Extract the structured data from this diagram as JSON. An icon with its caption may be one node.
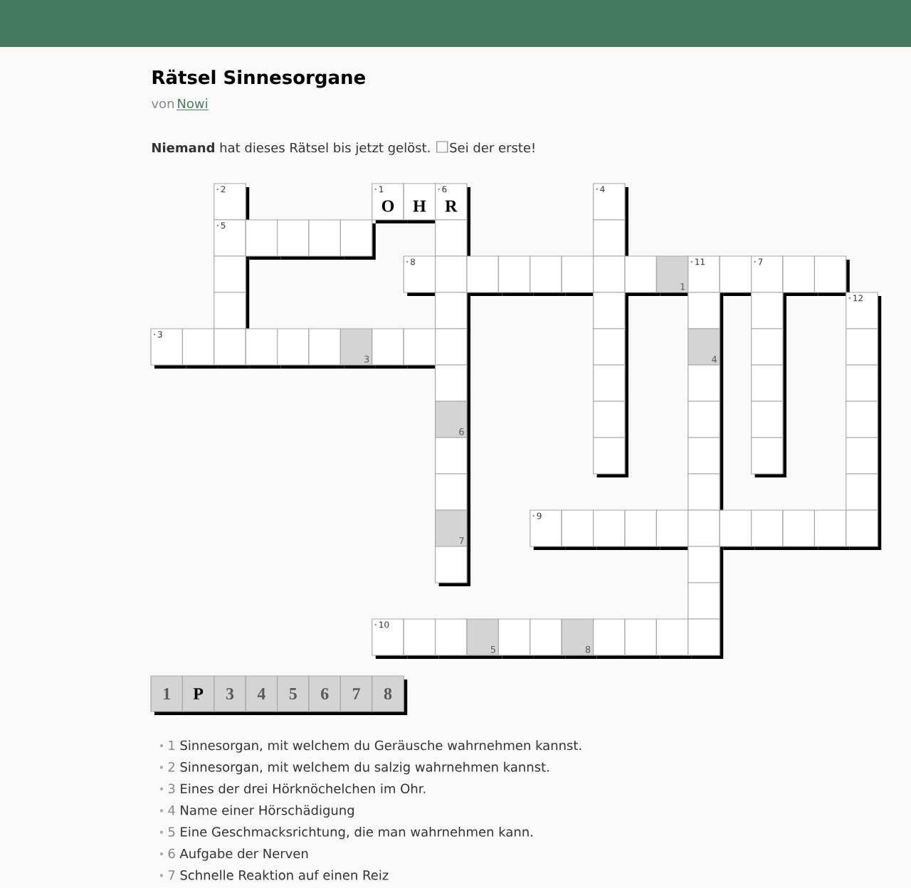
{
  "diagram": {
    "title": "Rätsel Sinnesorgane",
    "labels": [
      "von",
      "Nowi",
      "**Niemand** hat dieses Rätsel bis jetzt gelöst.",
      "Sei der erste!",
      "2",
      "1",
      "6",
      "4",
      "5",
      "8",
      "11",
      "7",
      "12",
      "3",
      "9",
      "10",
      "O",
      "H",
      "R",
      "1",
      "3",
      "4",
      "6",
      "7",
      "5",
      "8",
      "1",
      "P",
      "3",
      "4",
      "5",
      "6",
      "7",
      "8",
      "1",
      "Sinnesorgan, mit welchem du Geräusche wahrnehmen kannst.",
      "2",
      "Sinnesorgan, mit welchem du salzig wahrnehmen kannst.",
      "3",
      "Eines der drei Hörknöchelchen im Ohr.",
      "4",
      "Name einer Hörschädigung",
      "5",
      "Eine Geschmacksrichtung, die man wahrnehmen kann.",
      "6",
      "Aufgabe der Nerven",
      "7",
      "Schnelle Reaktion auf einen Reiz"
    ]
  }
}
